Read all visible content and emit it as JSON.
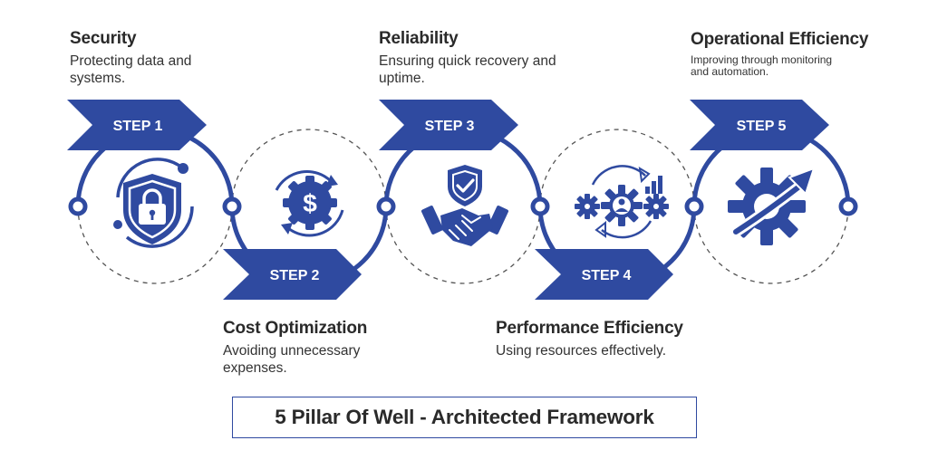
{
  "colors": {
    "primary": "#2f4aa0",
    "dashed": "#555555",
    "text": "#2a2a2a"
  },
  "steps": [
    {
      "label": "STEP 1",
      "title": "Security",
      "description": "Protecting data and systems.",
      "icon": "shield-lock-icon"
    },
    {
      "label": "STEP 2",
      "title": "Cost Optimization",
      "description": "Avoiding unnecessary expenses.",
      "icon": "dollar-gear-icon"
    },
    {
      "label": "STEP 3",
      "title": "Reliability",
      "description": "Ensuring quick recovery and uptime.",
      "icon": "handshake-shield-icon"
    },
    {
      "label": "STEP 4",
      "title": "Performance Efficiency",
      "description": "Using resources effectively.",
      "icon": "gears-user-icon"
    },
    {
      "label": "STEP 5",
      "title": "Operational Efficiency",
      "description": "Improving through monitoring and automation.",
      "icon": "gear-arrow-icon"
    }
  ],
  "footer": {
    "title": "5 Pillar Of Well - Architected Framework"
  }
}
